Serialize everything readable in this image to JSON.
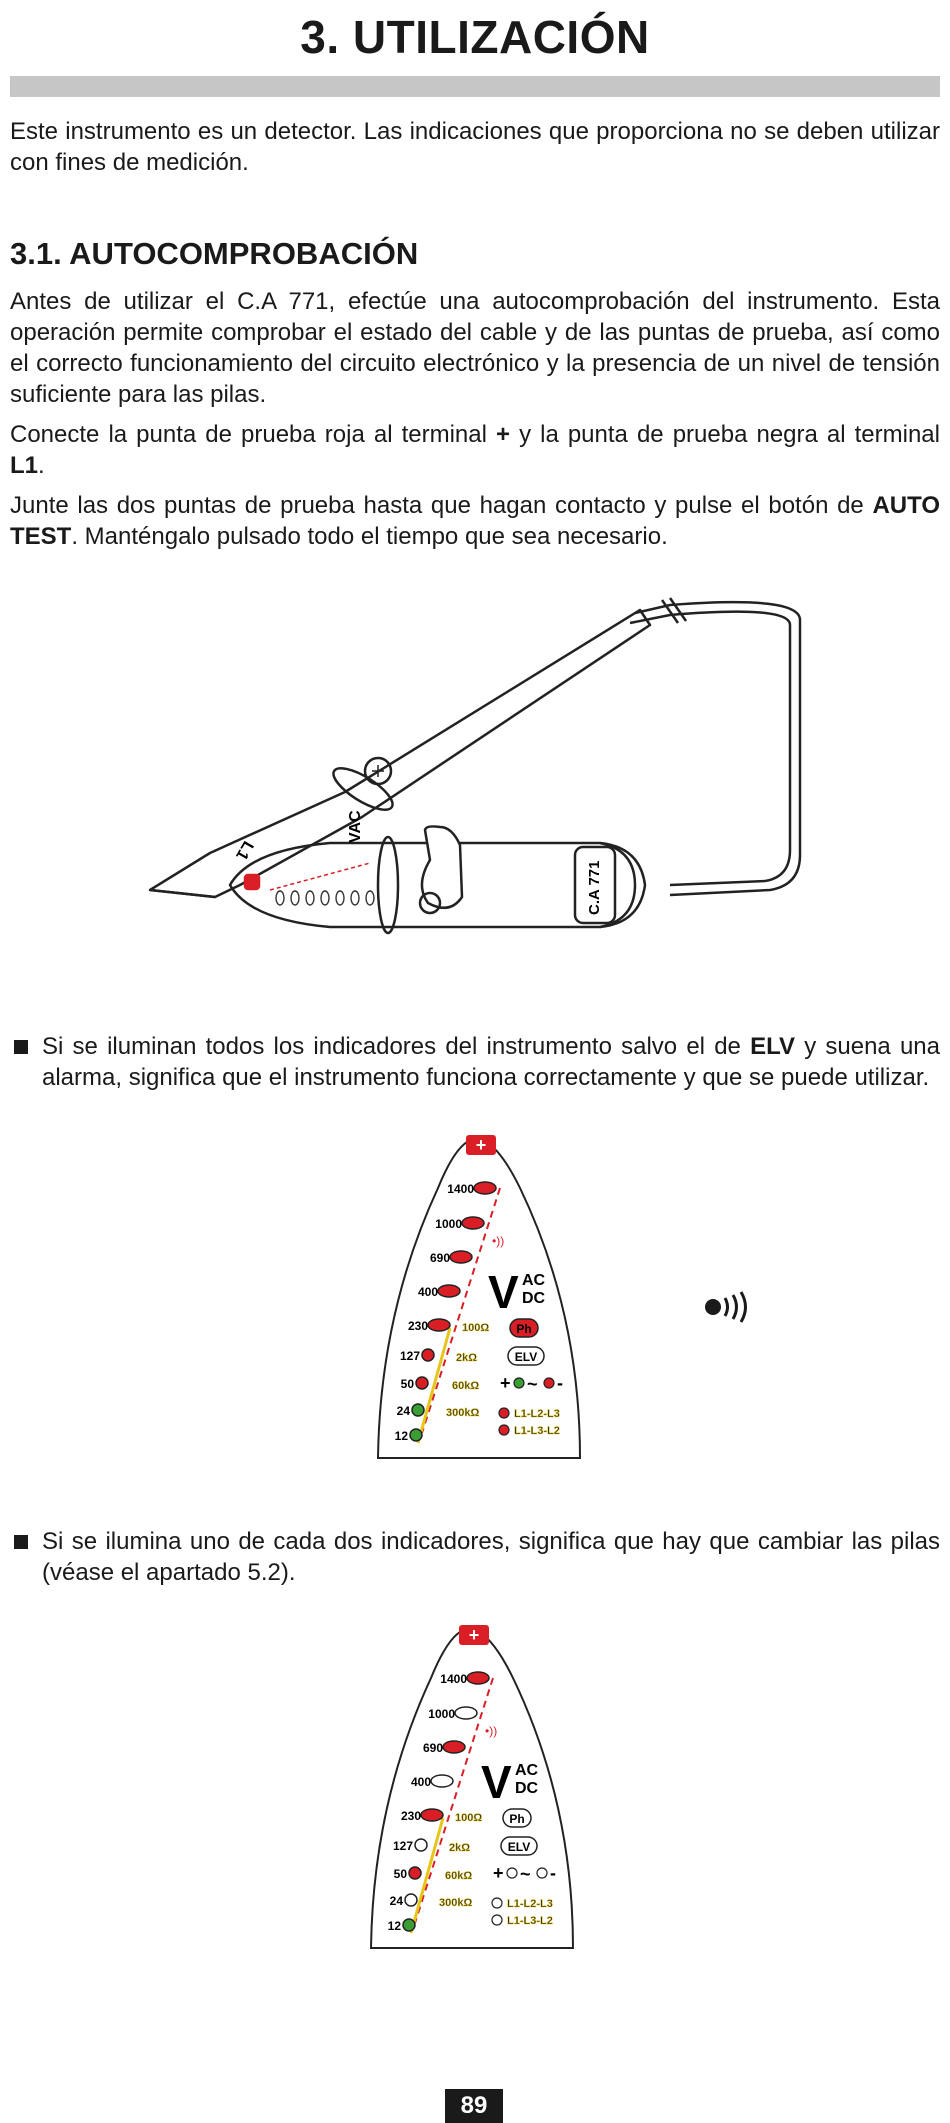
{
  "header": {
    "title": "3. UTILIZACIÓN"
  },
  "intro": "Este instrumento es un detector. Las indicaciones que proporciona no se deben utilizar con fines de medición.",
  "section": {
    "heading": "3.1. AUTOCOMPROBACIÓN",
    "p1": "Antes de utilizar el C.A 771, efectúe una autocomprobación del instrumento. Esta operación permite comprobar el estado del cable y de las puntas de prueba, así como el correcto funcionamiento del circuito electrónico y la presencia de un nivel de tensión suficiente para las pilas.",
    "p2_a": "Conecte la punta de prueba roja al terminal ",
    "p2_b": "+",
    "p2_c": " y la punta de prueba negra al terminal ",
    "p2_d": "L1",
    "p2_e": ".",
    "p3_a": "Junte las dos puntas de prueba hasta que hagan contacto y pulse el botón de ",
    "p3_b": "AUTO TEST",
    "p3_c": ". Manténgalo pulsado todo el tiempo que sea necesario."
  },
  "device_drawing": {
    "model": "C.A 771",
    "probe_label": "L1"
  },
  "bullet1": {
    "a": "Si se iluminan todos los indicadores del instrumento salvo el de ",
    "b": "ELV",
    "c": " y suena una alarma, significa que el instrumento funciona correctamente y que se puede utilizar."
  },
  "bullet2": {
    "text": "Si se ilumina uno de cada dos indicadores, significa que hay que cambiar las pilas (véase el apartado 5.2)."
  },
  "panel": {
    "plus": "+",
    "levels": [
      "1400",
      "1000",
      "690",
      "400",
      "230",
      "127",
      "50",
      "24",
      "12"
    ],
    "v": "V",
    "ac": "AC",
    "dc": "DC",
    "ohm_100": "100Ω",
    "ohm_2k": "2kΩ",
    "ohm_60k": "60kΩ",
    "ohm_300k": "300kΩ",
    "ph": "Ph",
    "elv": "ELV",
    "phase_a": "L1-L2-L3",
    "phase_b": "L1-L3-L2"
  },
  "panel1_states": [
    "red",
    "red",
    "red",
    "red",
    "red",
    "red",
    "red",
    "green",
    "green"
  ],
  "panel2_states": [
    "red",
    "off",
    "red",
    "off",
    "red",
    "off",
    "red",
    "off",
    "green"
  ],
  "colors": {
    "red": "#d91e26",
    "green": "#3a9e35",
    "yellow": "#e6c619",
    "rule": "#c6c6c6"
  },
  "alarm_icon": "speaker-sound-icon",
  "page": {
    "number": "89"
  }
}
